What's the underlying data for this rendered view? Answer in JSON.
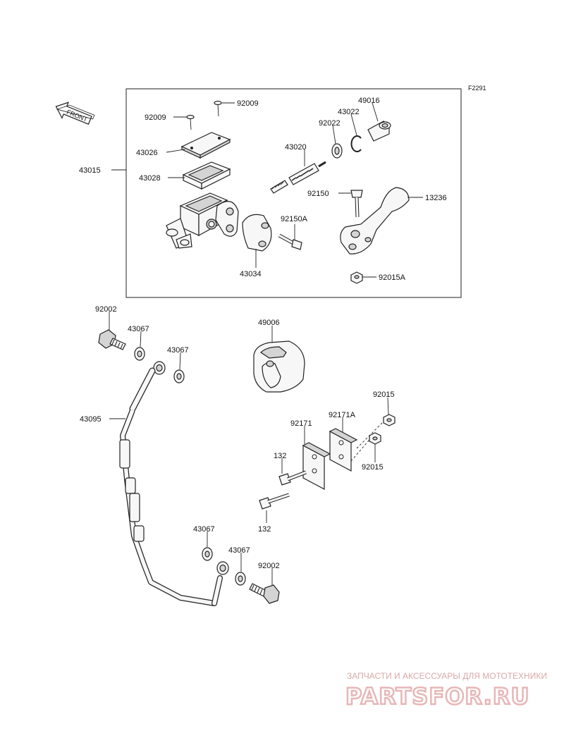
{
  "figure_code": "F2291",
  "front_label": "FRONT",
  "assembly_label": "43015",
  "callouts": {
    "p92009a": "92009",
    "p92009b": "92009",
    "p43026": "43026",
    "p43028": "43028",
    "p43020": "43020",
    "p49016": "49016",
    "p43022": "43022",
    "p92022": "92022",
    "p92150": "92150",
    "p13236": "13236",
    "p92150A": "92150A",
    "p43034": "43034",
    "p92015A": "92015A",
    "p92002a": "92002",
    "p43067a": "43067",
    "p43067b": "43067",
    "p43095": "43095",
    "p49006": "49006",
    "p92015a": "92015",
    "p92171A": "92171A",
    "p92171": "92171",
    "p132a": "132",
    "p92015b": "92015",
    "p132b": "132",
    "p43067c": "43067",
    "p43067d": "43067",
    "p92002b": "92002"
  },
  "watermark": {
    "line1": "ЗАПЧАСТИ И АКСЕССУАРЫ ДЛЯ МОТОТЕХНИКИ",
    "line2": "PARTSFOR.RU"
  }
}
